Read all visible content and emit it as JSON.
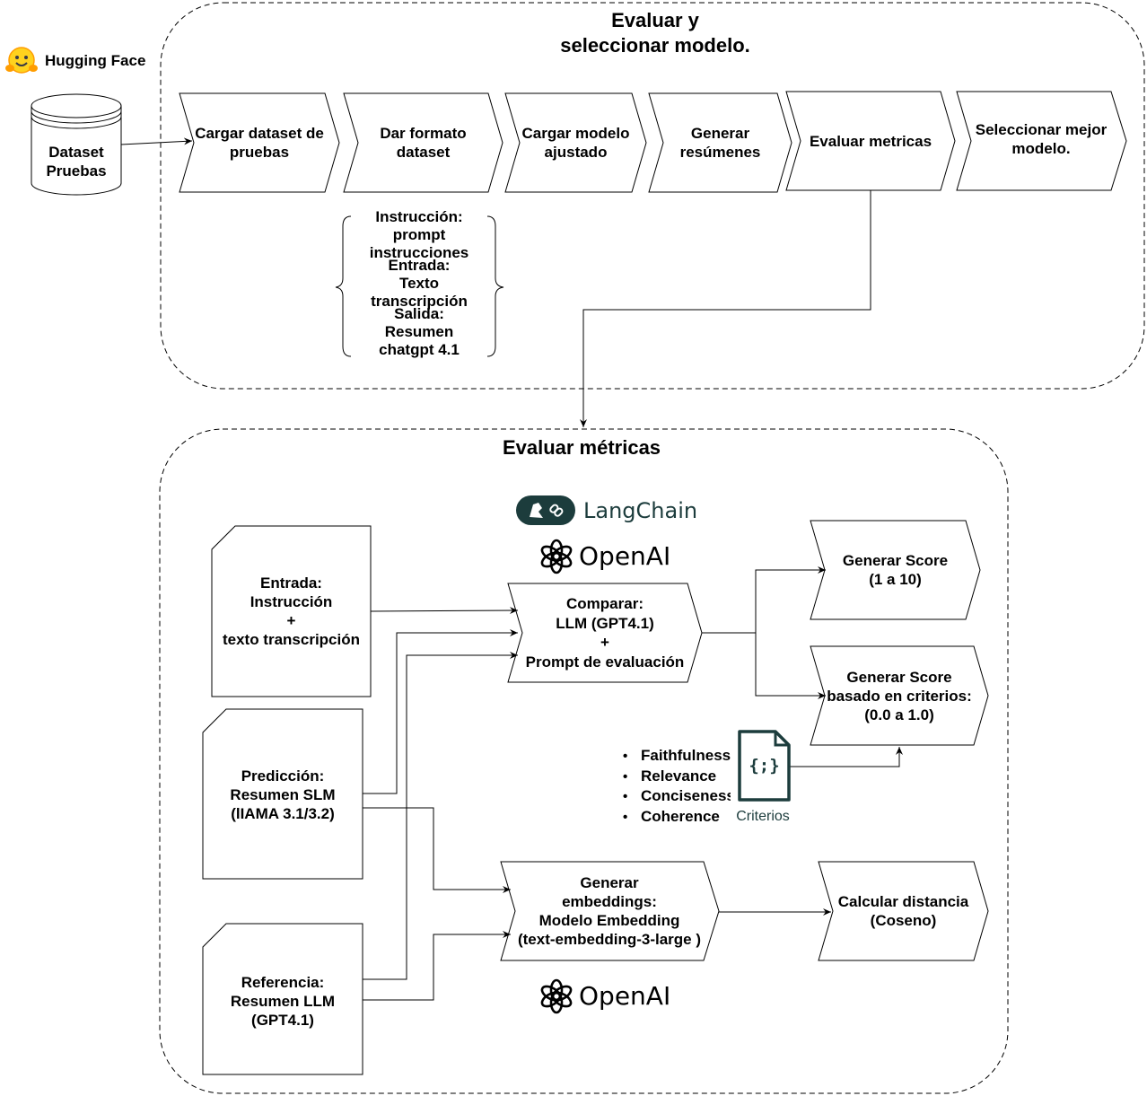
{
  "top_section": {
    "title_line1": "Evaluar y",
    "title_line2": "seleccionar modelo."
  },
  "brand_hf": "Hugging Face",
  "dataset": {
    "line1": "Dataset",
    "line2": "Pruebas"
  },
  "steps": [
    {
      "l1": "Cargar dataset de",
      "l2": "pruebas"
    },
    {
      "l1": "Dar formato",
      "l2": "dataset"
    },
    {
      "l1": "Cargar modelo",
      "l2": "ajustado"
    },
    {
      "l1": "Generar",
      "l2": "resúmenes"
    },
    {
      "l1": "Evaluar metricas",
      "l2": ""
    },
    {
      "l1": "Seleccionar mejor",
      "l2": "modelo."
    }
  ],
  "format_spec": [
    "Instrucción:",
    "prompt",
    "instrucciones",
    "Entrada:",
    "Texto",
    "transcripción",
    "Salida:",
    "Resumen",
    "chatgpt 4.1"
  ],
  "bottom_section": {
    "title": "Evaluar métricas"
  },
  "brand_langchain": "LangChain",
  "brand_openai_top": "OpenAI",
  "brand_openai_bottom": "OpenAI",
  "entrada_doc": {
    "l1": "Entrada:",
    "l2": "Instrucción",
    "l3": "+",
    "l4": "texto transcripción"
  },
  "prediccion_doc": {
    "l1": "Predicción:",
    "l2": "Resumen SLM",
    "l3": "(lIAMA 3.1/3.2)"
  },
  "referencia_doc": {
    "l1": "Referencia:",
    "l2": "Resumen LLM",
    "l3": "(GPT4.1)"
  },
  "comparar": {
    "l1": "Comparar:",
    "l2": "LLM (GPT4.1)",
    "l3": "+",
    "l4": "Prompt de evaluación"
  },
  "score1": {
    "l1": "Generar Score",
    "l2": "(1 a 10)"
  },
  "score2": {
    "l1": "Generar Score",
    "l2": "basado en criterios:",
    "l3": "(0.0 a 1.0)"
  },
  "criteria": [
    "Faithfulness",
    "Relevance",
    "Conciseness",
    "Coherence"
  ],
  "criterios_icon_glyph": "{;}",
  "criterios_label": "Criterios",
  "embeddings": {
    "l1": "Generar",
    "l2": "embeddings:",
    "l3": "Modelo Embedding",
    "l4": "(text-embedding-3-large )"
  },
  "distancia": {
    "l1": "Calcular distancia",
    "l2": "(Coseno)"
  },
  "colors": {
    "stroke": "#000000",
    "langchain_badge": "#1c3c3c",
    "langchain_text": "#1c3c3c",
    "criterios_text": "#1c3c3c",
    "hf_face": "#ffd21e"
  }
}
